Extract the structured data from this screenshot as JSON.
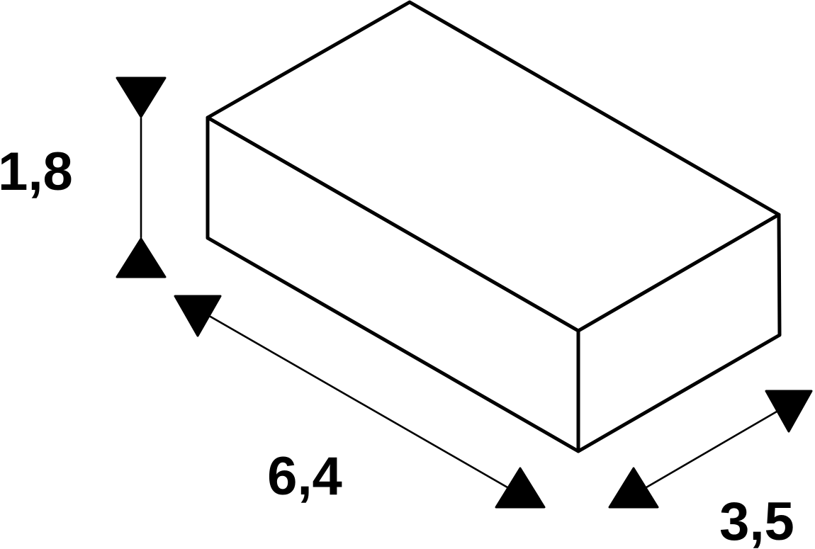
{
  "diagram": {
    "colors": {
      "background": "#ffffff",
      "line": "#000000",
      "text": "#000000"
    },
    "dimensions": {
      "height": {
        "label": "1,8"
      },
      "length": {
        "label": "6,4"
      },
      "depth": {
        "label": "3,5"
      }
    }
  }
}
